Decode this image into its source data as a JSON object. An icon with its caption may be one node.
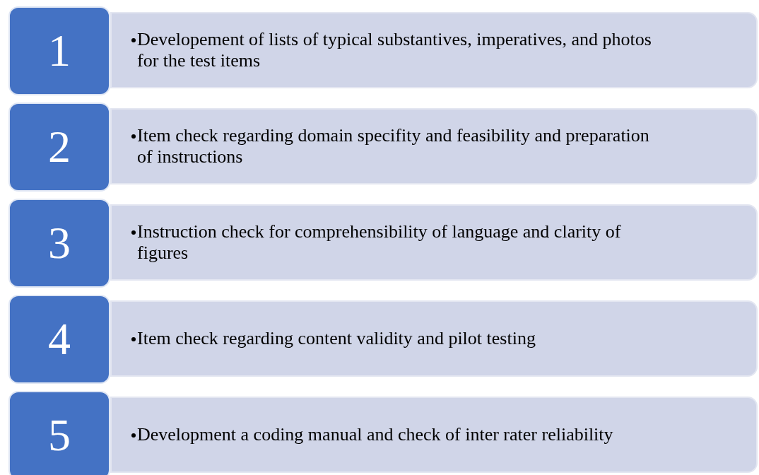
{
  "diagram": {
    "nodes": [
      {
        "text": [
          "1"
        ]
      },
      {
        "text": [
          "Developement of lists of typical substantives, imperatives, and photos for the test items"
        ]
      },
      {
        "text": [
          "2"
        ]
      },
      {
        "text": [
          "Item check regarding domain specifity and feasibility and preparation of instructions"
        ]
      },
      {
        "text": [
          "3"
        ]
      },
      {
        "text": [
          "Instruction check for comprehensibility of language and clarity of figures"
        ]
      },
      {
        "text": [
          "4"
        ]
      },
      {
        "text": [
          "Item check regarding content validity and pilot testing"
        ]
      },
      {
        "text": [
          "5"
        ]
      },
      {
        "text": [
          "Development a coding manual and check of inter rater reliability"
        ]
      }
    ]
  }
}
